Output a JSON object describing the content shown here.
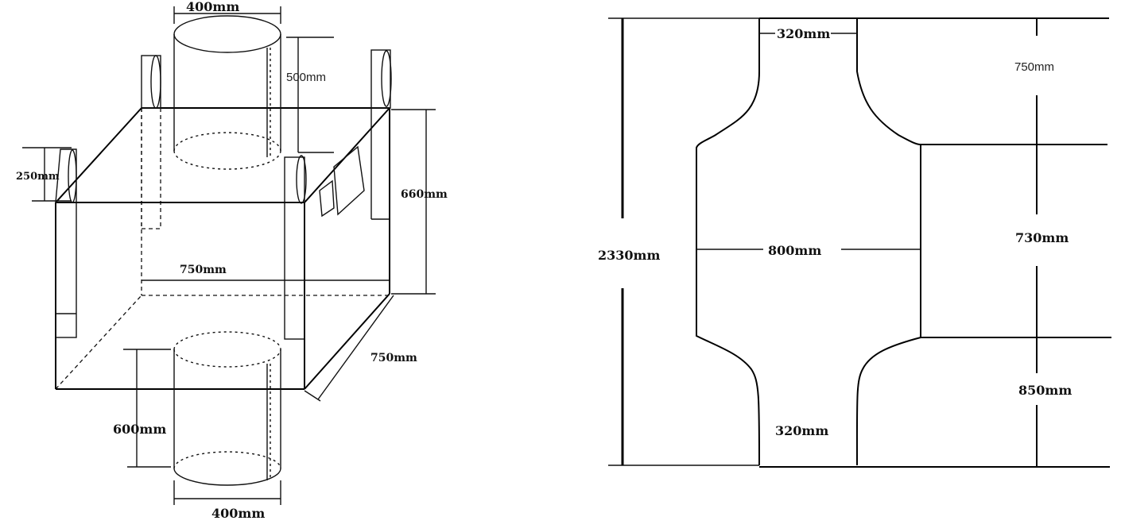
{
  "bag_drawing": {
    "top_spout_width": "400mm",
    "top_spout_height": "500mm",
    "loop_height": "250mm",
    "body_height": "660mm",
    "body_width": "750mm",
    "body_depth": "750mm",
    "bottom_spout_height": "600mm",
    "bottom_spout_width": "400mm"
  },
  "pattern_drawing": {
    "top_neck_width": "320mm",
    "bottom_neck_width": "320mm",
    "total_height": "2330mm",
    "center_width": "800mm",
    "upper_section": "750mm",
    "middle_section": "730mm",
    "lower_section": "850mm"
  }
}
